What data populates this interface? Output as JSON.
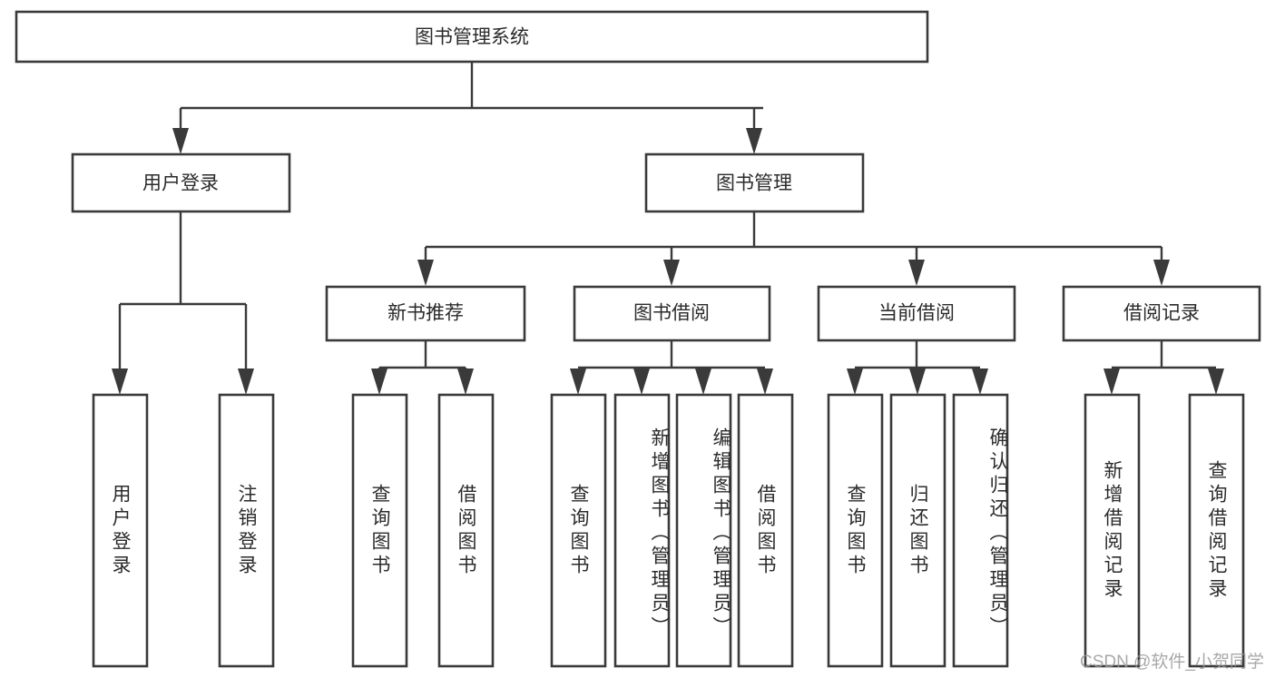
{
  "diagram": {
    "title": "图书管理系统",
    "type": "tree-hierarchy-chart",
    "watermark": "CSDN @软件_小贺同学",
    "colors": {
      "box_stroke": "#3a3a3a",
      "box_fill": "#ffffff",
      "connector": "#3a3a3a",
      "text": "#2b2b2b",
      "watermark": "#9a9a9a",
      "background": "#ffffff"
    },
    "root": {
      "label": "图书管理系统"
    },
    "level2": [
      {
        "label": "用户登录"
      },
      {
        "label": "图书管理"
      }
    ],
    "level3": [
      {
        "label": "新书推荐"
      },
      {
        "label": "图书借阅"
      },
      {
        "label": "当前借阅"
      },
      {
        "label": "借阅记录"
      }
    ],
    "leaves": {
      "user_login": [
        {
          "label": "用户登录"
        },
        {
          "label": "注销登录"
        }
      ],
      "new_book_recommend": [
        {
          "label": "查询图书"
        },
        {
          "label": "借阅图书"
        }
      ],
      "book_borrow": [
        {
          "label": "查询图书"
        },
        {
          "label": "新增图书（管理员）"
        },
        {
          "label": "编辑图书（管理员）"
        },
        {
          "label": "借阅图书"
        }
      ],
      "current_borrow": [
        {
          "label": "查询图书"
        },
        {
          "label": "归还图书"
        },
        {
          "label": "确认归还（管理员）"
        }
      ],
      "borrow_records": [
        {
          "label": "新增借阅记录"
        },
        {
          "label": "查询借阅记录"
        }
      ]
    }
  }
}
